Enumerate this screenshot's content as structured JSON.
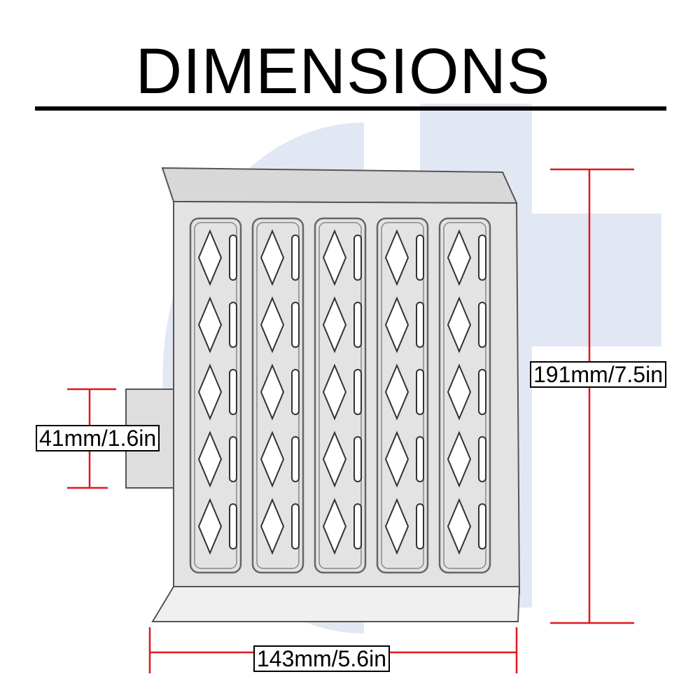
{
  "title": "DIMENSIONS",
  "dimensions": {
    "height_label": "191mm/7.5in",
    "width_label": "143mm/5.6in",
    "tab_label": "41mm/1.6in"
  },
  "colors": {
    "dimension_line": "#e0161e",
    "watermark": "#dfe6f2",
    "plate": "#e2e2e2",
    "outline": "#444444"
  },
  "product": {
    "columns": 5,
    "diamonds_per_column": 5
  }
}
